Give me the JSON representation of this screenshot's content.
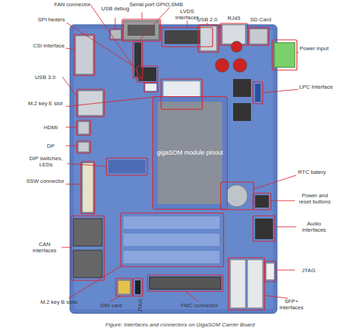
{
  "diagram": {
    "caption": "Figure: Interfaces and connectors on GigaSOM Carrier Board",
    "nodes": [
      {
        "text": [
          "gigaSOM module pinout"
        ]
      }
    ],
    "labels": [
      "FAN connector",
      "USB debug",
      "Serial port",
      "GPIO,SMB",
      "LVDS interfaces",
      "USB 2.0",
      "RJ45",
      "SD Card",
      "SPI heders",
      "CSI interface",
      "Power input",
      "USB 3.0",
      "LPC Interface",
      "M.2 key E slot",
      "HDMI",
      "DP",
      "DIP switches, LEDs",
      "RTC batery",
      "SSW connector",
      "Power and reset buttons",
      "Audio interfaces",
      "CAN interfaces",
      "JTAG",
      "M.2 key B slots",
      "SIM card",
      "JTAG",
      "FMC connector",
      "SFP+ Interfaces"
    ]
  }
}
